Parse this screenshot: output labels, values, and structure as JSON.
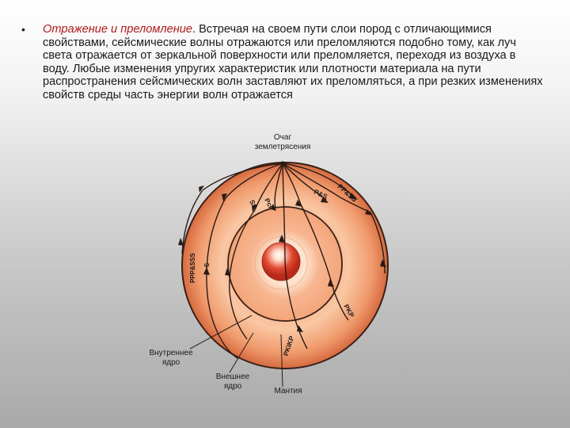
{
  "slide": {
    "bullet_symbol": "•",
    "bullet_emphasis": "Отражение и преломление",
    "bullet_text": ". Встречая на своем пути слои пород с отличающимися свойствами, сейсмические волны отражаются или преломляются подобно тому, как луч света отражается от зеркальной поверхности или преломляется, переходя из воздуха в воду. Любые изменения упругих характеристик или плотности материала на пути распространения сейсмических волн заставляют их преломляться, а при резких изменениях свойств среды часть энергии волн отражается",
    "accent_color": "#b01a1a"
  },
  "diagram": {
    "focus_label": [
      "Очаг",
      "землетрясения"
    ],
    "inner_core_label": [
      "Внутреннее",
      "ядро"
    ],
    "outer_core_label": [
      "Внешнее",
      "ядро"
    ],
    "mantle_label": "Мантия",
    "wave_labels": {
      "ppss": "PP&SS",
      "ps": "P&S",
      "pcp": "PcP",
      "ss": "SS",
      "ppp_sss": "PPP&SSS",
      "s": "S",
      "pkp": "PKP",
      "pkikp": "PKIKP"
    },
    "colors": {
      "globe_edge": "#c85a32",
      "globe_mid": "#f3a67a",
      "core_glow": "#d83c2a",
      "ray": "#2a1a14"
    }
  }
}
